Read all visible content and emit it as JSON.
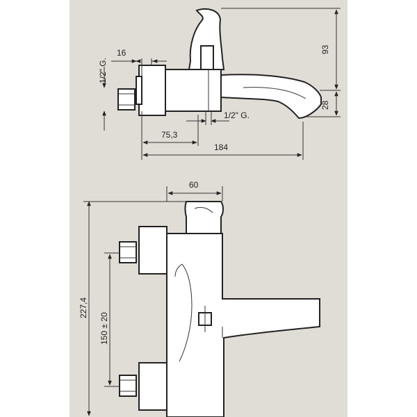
{
  "diagram": {
    "side_view": {
      "dims": {
        "d16": "16",
        "thread_inlet": "1/2\" G.",
        "thread_outlet": "1/2\" G.",
        "d75": "75,3",
        "d184": "184",
        "d93": "93",
        "d28": "28"
      }
    },
    "front_view": {
      "dims": {
        "d60": "60",
        "d227": "227,4",
        "d150": "150 ± 20"
      }
    }
  },
  "colors": {
    "background": "#e0dcd6",
    "line": "#222222",
    "part_fill": "#ffffff"
  }
}
